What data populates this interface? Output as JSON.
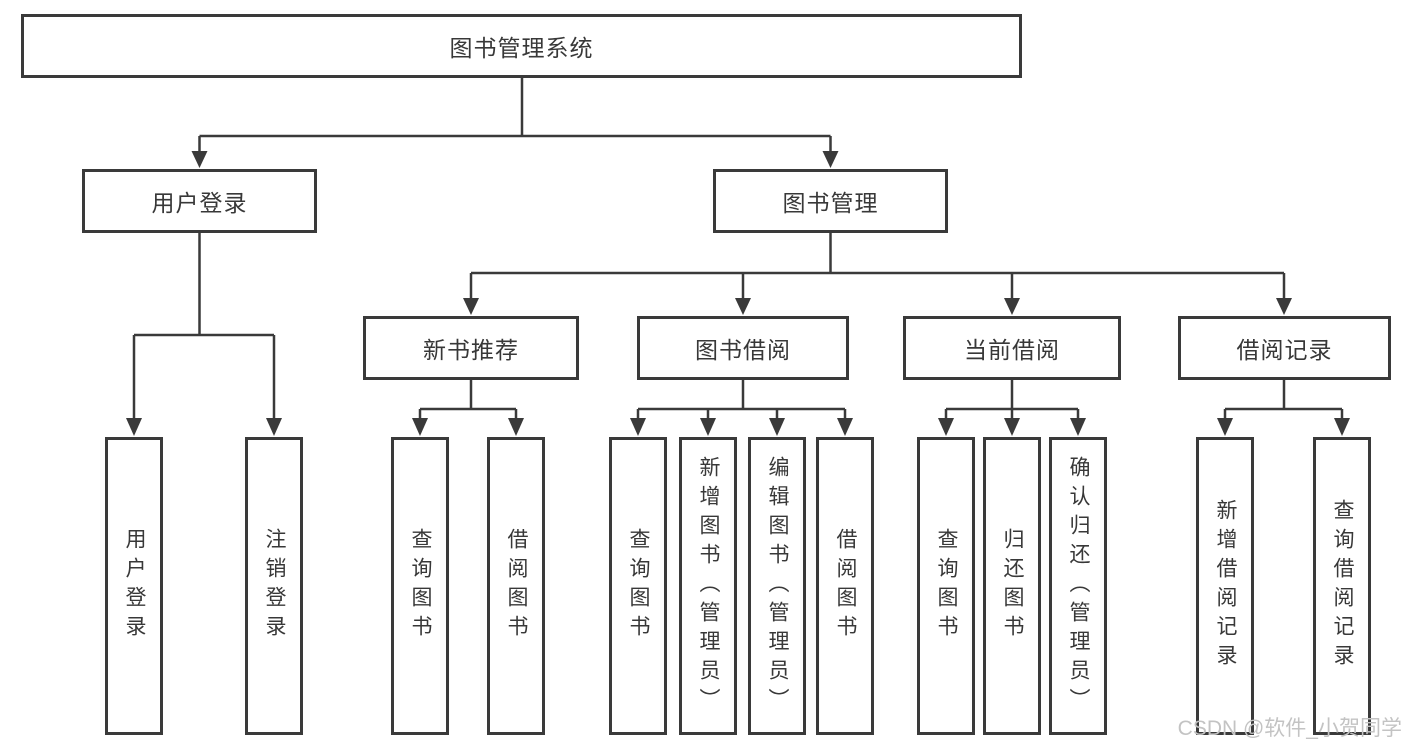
{
  "tree": {
    "root": "图书管理系统",
    "level2": [
      "用户登录",
      "图书管理"
    ],
    "level3": [
      "新书推荐",
      "图书借阅",
      "当前借阅",
      "借阅记录"
    ],
    "leaves": {
      "user_login": [
        "用户登录",
        "注销登录"
      ],
      "new_books": [
        "查询图书",
        "借阅图书"
      ],
      "book_borrow": [
        "查询图书",
        "新增图书（管理员）",
        "编辑图书（管理员）",
        "借阅图书"
      ],
      "current_borrow": [
        "查询图书",
        "归还图书",
        "确认归还（管理员）"
      ],
      "borrow_records": [
        "新增借阅记录",
        "查询借阅记录"
      ]
    }
  },
  "watermark": "CSDN @软件_小贺同学",
  "colors": {
    "line": "#3a3a3a",
    "text": "#383838",
    "background": "#ffffff",
    "watermark": "#c3c3c3"
  }
}
